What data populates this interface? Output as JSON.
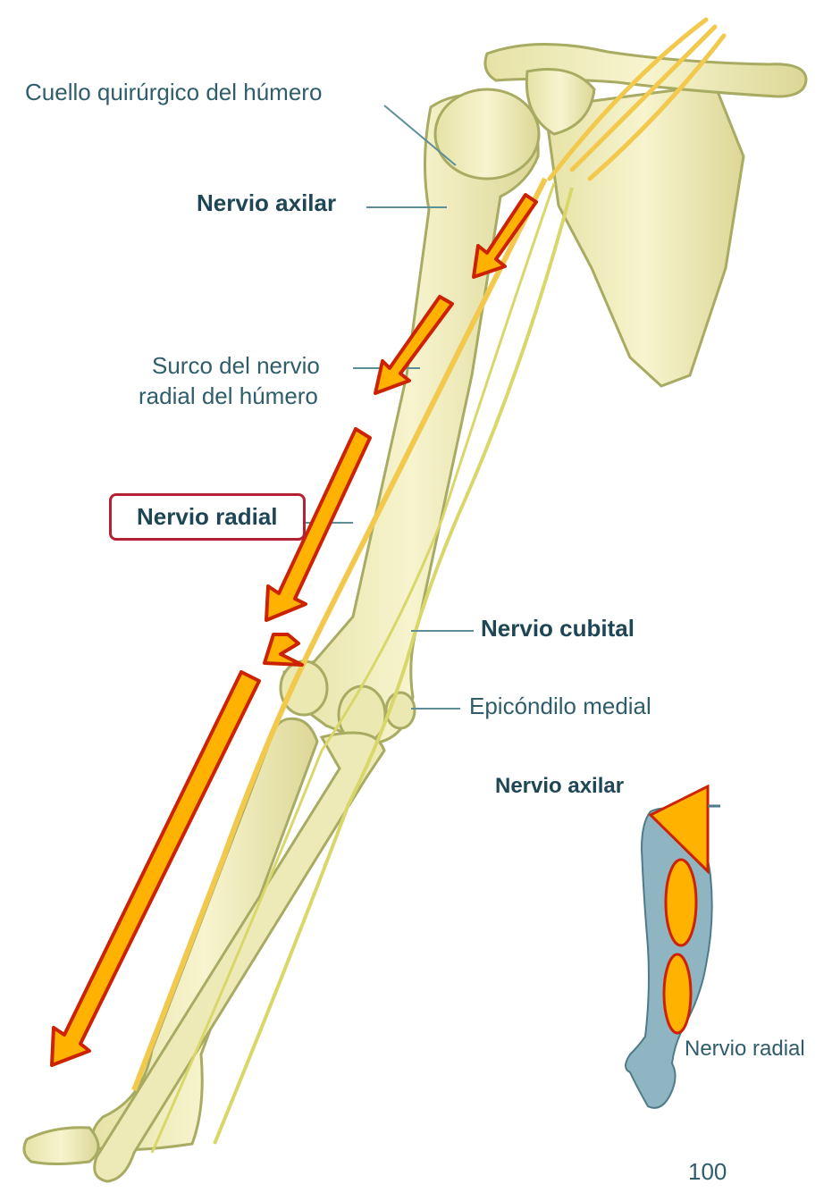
{
  "labels": {
    "surgical_neck": "Cuello quirúrgico del húmero",
    "axillary_nerve": "Nervio axilar",
    "radial_groove_line1": "Surco del nervio",
    "radial_groove_line2": "radial del húmero",
    "radial_nerve": "Nervio radial",
    "ulnar_nerve": "Nervio cubital",
    "medial_epicondyle": "Epicóndilo medial",
    "inset_axillary": "Nervio axilar",
    "inset_radial": "Nervio radial"
  },
  "page_number": "100",
  "colors": {
    "bone": "#f0ecb8",
    "bone_outline": "#b9b96a",
    "nerve": "#f2c94c",
    "arrow_fill": "#ffb300",
    "arrow_stroke": "#cc2200",
    "label_text": "#2f5d6b",
    "highlight_box": "#b22234",
    "inset_arm": "#8fb5c2"
  }
}
